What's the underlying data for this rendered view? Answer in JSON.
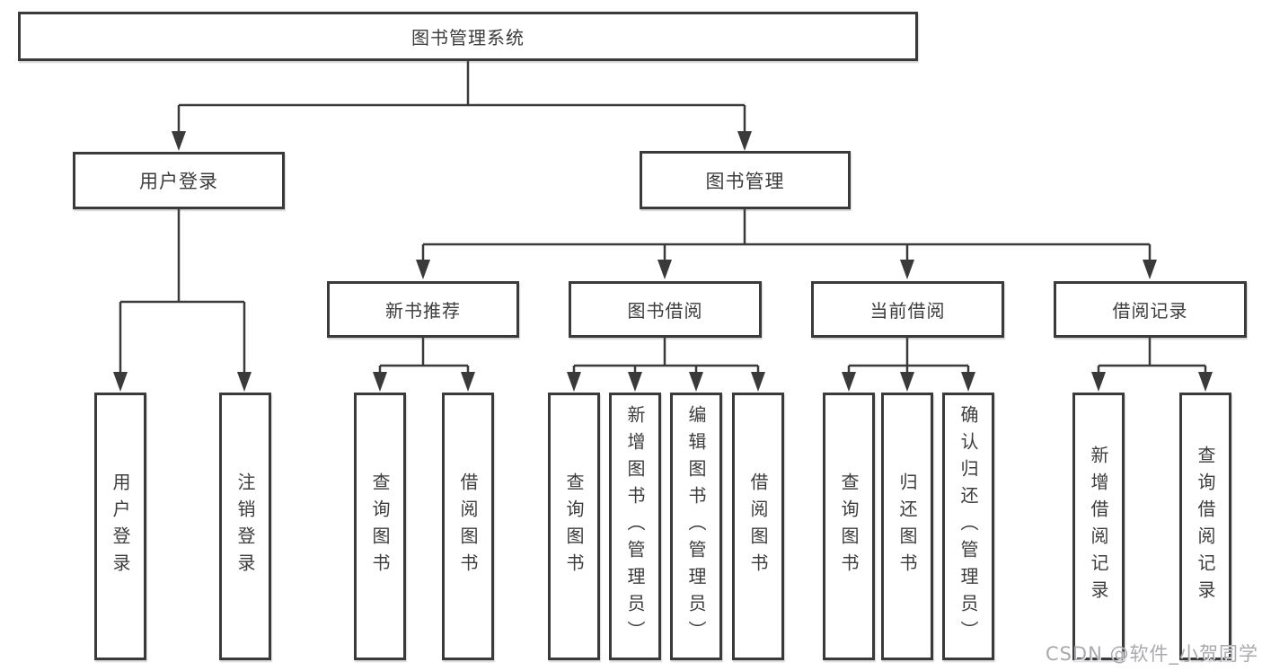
{
  "tree": {
    "label": "图书管理系统",
    "children": [
      {
        "label": "用户登录",
        "children": [
          {
            "label": "用户登录"
          },
          {
            "label": "注销登录"
          }
        ]
      },
      {
        "label": "图书管理",
        "children": [
          {
            "label": "新书推荐",
            "children": [
              {
                "label": "查询图书"
              },
              {
                "label": "借阅图书"
              }
            ]
          },
          {
            "label": "图书借阅",
            "children": [
              {
                "label": "查询图书"
              },
              {
                "label": "新增图书（管理员）"
              },
              {
                "label": "编辑图书（管理员）"
              },
              {
                "label": "借阅图书"
              }
            ]
          },
          {
            "label": "当前借阅",
            "children": [
              {
                "label": "查询图书"
              },
              {
                "label": "归还图书"
              },
              {
                "label": "确认归还（管理员）"
              }
            ]
          },
          {
            "label": "借阅记录",
            "children": [
              {
                "label": "新增借阅记录"
              },
              {
                "label": "查询借阅记录"
              }
            ]
          }
        ]
      }
    ]
  },
  "watermark": {
    "text": "CSDN @软件_小贺同学"
  },
  "colors": {
    "line": "#3a3a3a",
    "text": "#3c3c3c",
    "background": "#ffffff",
    "watermark": "#a9a9ae"
  }
}
